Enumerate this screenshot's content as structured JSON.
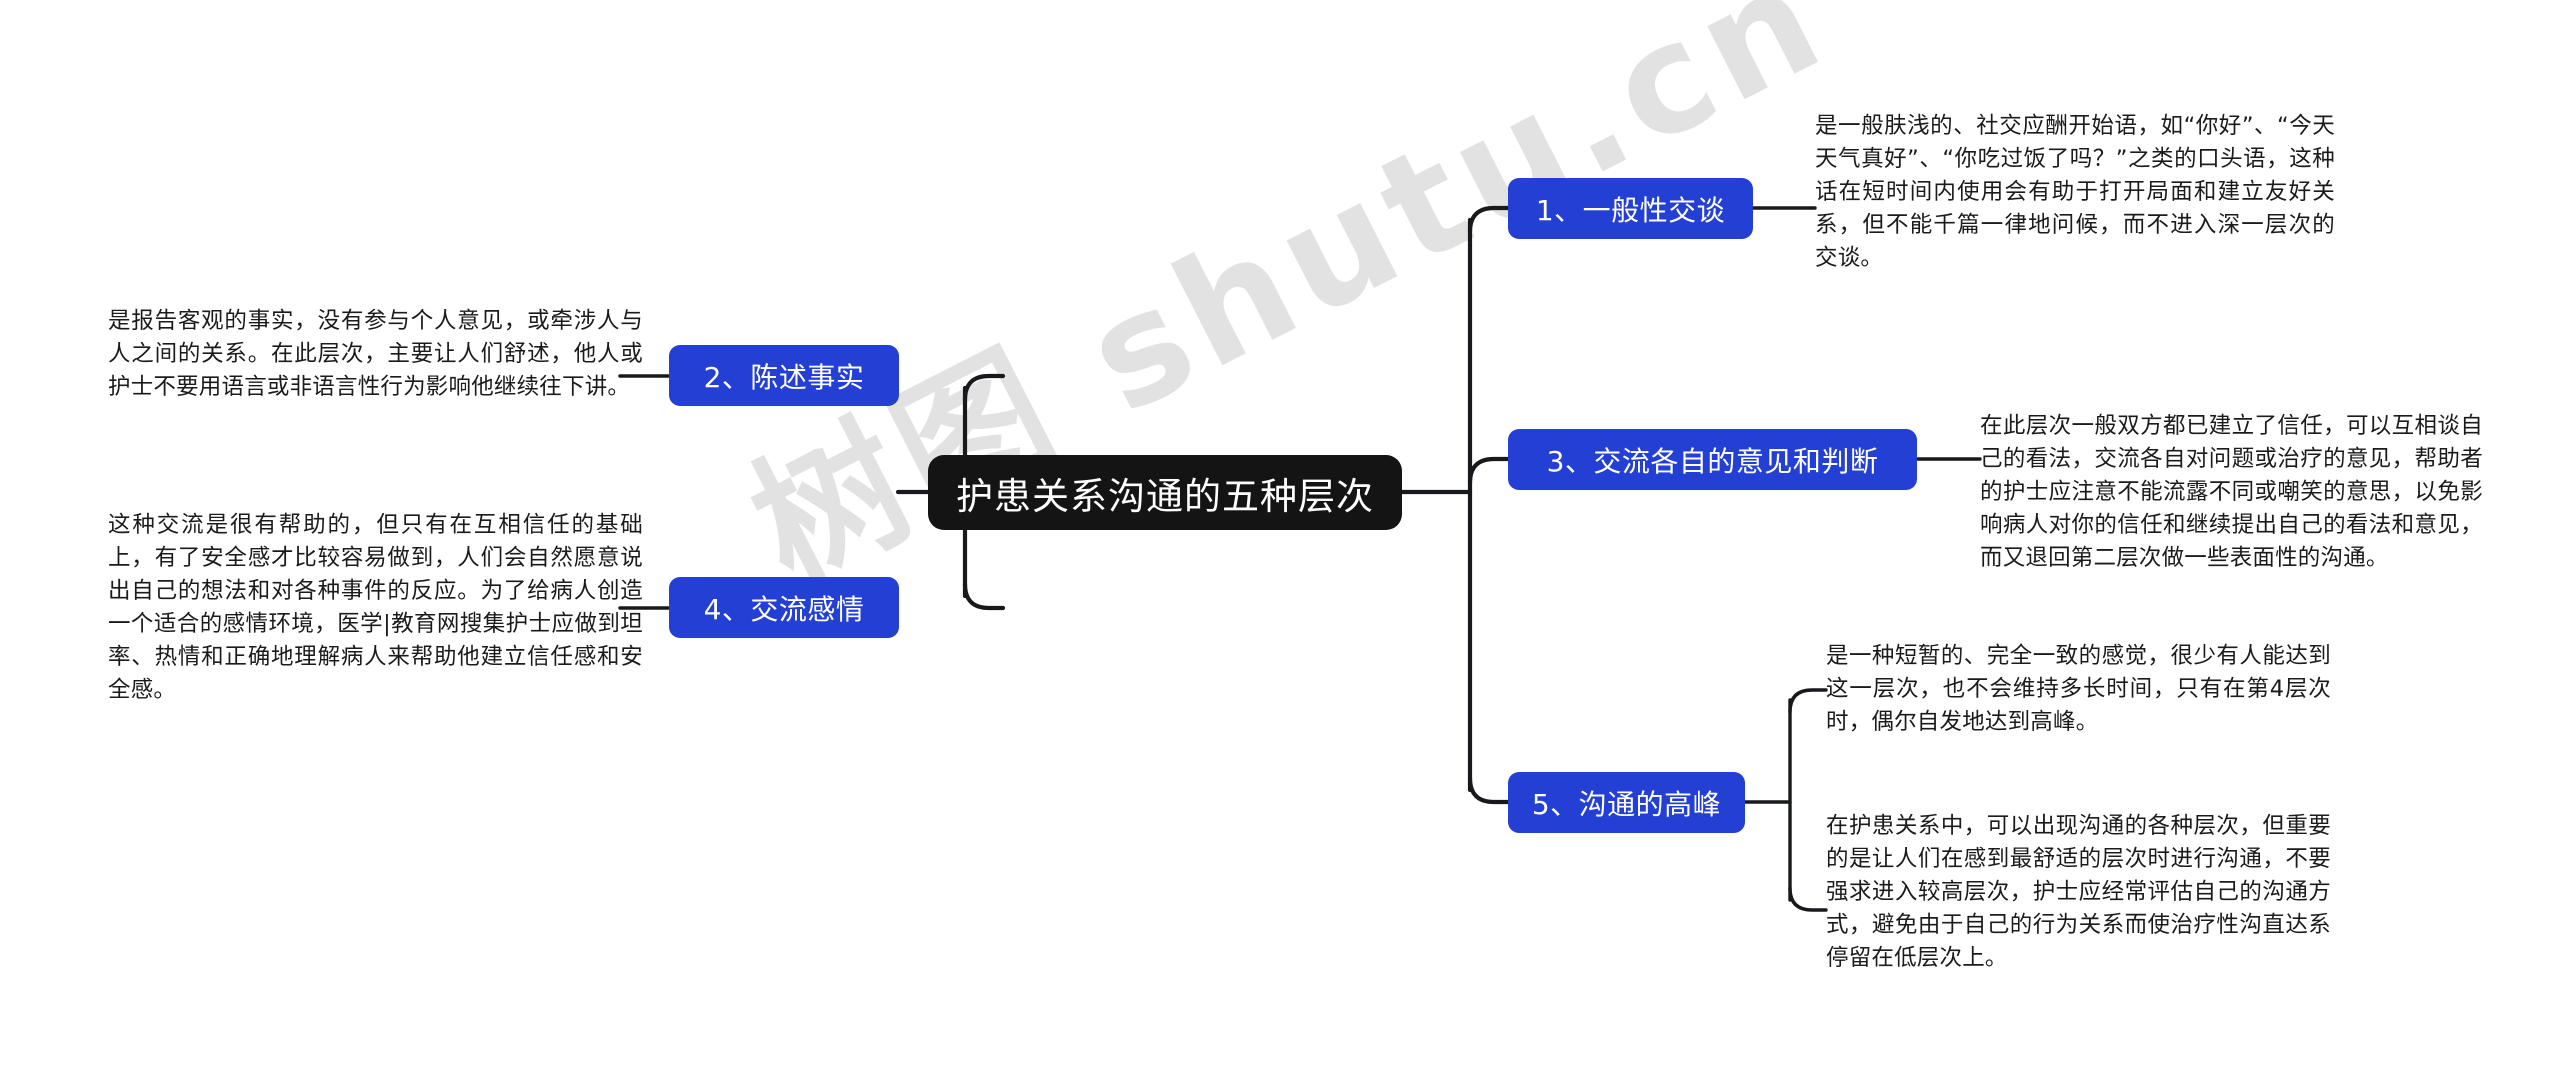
{
  "diagram": {
    "type": "mind-map",
    "watermark": "树图 shutu.cn",
    "root": {
      "label": "护患关系沟通的五种层次"
    },
    "colors": {
      "root_background": "#141414",
      "root_text": "#ffffff",
      "branch_background": "#2440d4",
      "branch_text": "#ffffff",
      "connector": "#17191c",
      "body_text": "#1b1b1b",
      "page_background": "#ffffff",
      "watermark": "#d8d8d8"
    },
    "left_branches": [
      {
        "label": "2、陈述事实",
        "notes": [
          "是报告客观的事实，没有参与个人意见，或牵涉人与人之间的关系。在此层次，主要让人们舒述，他人或护士不要用语言或非语言性行为影响他继续往下讲。"
        ]
      },
      {
        "label": "4、交流感情",
        "notes": [
          "这种交流是很有帮助的，但只有在互相信任的基础上，有了安全感才比较容易做到，人们会自然愿意说出自己的想法和对各种事件的反应。为了给病人创造一个适合的感情环境，医学|教育网搜集护士应做到坦率、热情和正确地理解病人来帮助他建立信任感和安全感。"
        ]
      }
    ],
    "right_branches": [
      {
        "label": "1、一般性交谈",
        "notes": [
          "是一般肤浅的、社交应酬开始语，如“你好”、“今天天气真好”、“你吃过饭了吗？”之类的口头语，这种话在短时间内使用会有助于打开局面和建立友好关系，但不能千篇一律地问候，而不进入深一层次的交谈。"
        ]
      },
      {
        "label": "3、交流各自的意见和判断",
        "notes": [
          "在此层次一般双方都已建立了信任，可以互相谈自己的看法，交流各自对问题或治疗的意见，帮助者的护士应注意不能流露不同或嘲笑的意思，以免影响病人对你的信任和继续提出自己的看法和意见，而又退回第二层次做一些表面性的沟通。"
        ]
      },
      {
        "label": "5、沟通的高峰",
        "notes": [
          "是一种短暂的、完全一致的感觉，很少有人能达到这一层次，也不会维持多长时间，只有在第4层次时，偶尔自发地达到高峰。",
          "在护患关系中，可以出现沟通的各种层次，但重要的是让人们在感到最舒适的层次时进行沟通，不要强求进入较高层次，护士应经常评估自己的沟通方式，避免由于自己的行为关系而使治疗性沟直达系停留在低层次上。"
        ]
      }
    ]
  }
}
